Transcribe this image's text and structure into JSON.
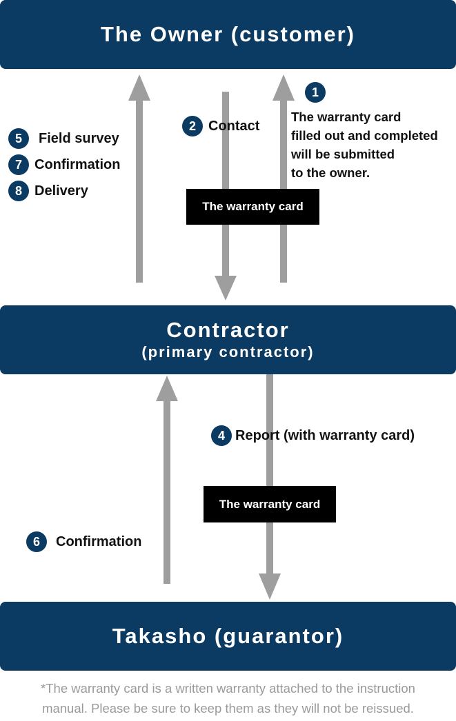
{
  "owner_box": {
    "title": "The Owner (customer)"
  },
  "contractor_box": {
    "title": "Contractor",
    "subtitle": "(primary contractor)"
  },
  "guarantor_box": {
    "title": "Takasho (guarantor)"
  },
  "steps": {
    "s1": {
      "number": "1",
      "lines": [
        "The warranty card",
        "filled out and completed",
        "will be submitted",
        "to the owner."
      ]
    },
    "s2": {
      "number": "2",
      "label": "Contact"
    },
    "s4": {
      "number": "4",
      "label": "Report (with warranty card)"
    },
    "s5": {
      "number": "5",
      "label": "Field survey"
    },
    "s6": {
      "number": "6",
      "label": "Confirmation"
    },
    "s7": {
      "number": "7",
      "label": "Confirmation"
    },
    "s8": {
      "number": "8",
      "label": "Delivery"
    }
  },
  "cards": {
    "top": "The warranty card",
    "bottom": "The warranty card"
  },
  "footnote": {
    "line1": "*The warranty card is a written warranty attached to the instruction",
    "line2": "manual. Please be sure to keep them as they will not be reissued."
  },
  "colors": {
    "box": "#0b3a62",
    "arrow": "#9e9e9e",
    "card": "#000000",
    "footnote": "#9a9a9a"
  }
}
